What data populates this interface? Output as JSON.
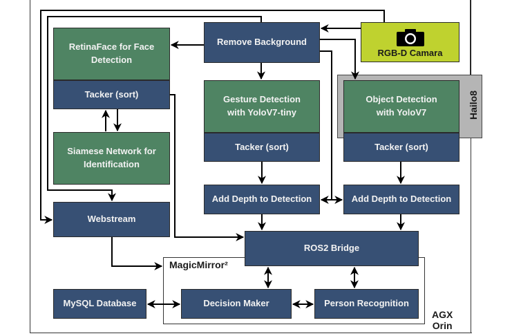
{
  "diagram": {
    "container_agx": {
      "label_line1": "AGX",
      "label_line2": "Orin"
    },
    "container_magicmirror": {
      "label": "MagicMirror²"
    },
    "container_hailo": {
      "label": "Hailo8"
    },
    "nodes": {
      "camera": {
        "label": "RGB-D Camara",
        "icon": "camera-icon",
        "color": "#bfd22f"
      },
      "remove_background": {
        "label": "Remove Background"
      },
      "retinaface": {
        "label": "RetinaFace for Face Detection"
      },
      "tracker_face": {
        "label": "Tacker (sort)"
      },
      "siamese": {
        "label": "Siamese Network for Identification"
      },
      "gesture": {
        "label": "Gesture Detection with YoloV7-tiny"
      },
      "tracker_gesture": {
        "label": "Tacker (sort)"
      },
      "object": {
        "label": "Object Detection with YoloV7"
      },
      "tracker_object": {
        "label": "Tacker (sort)"
      },
      "depth_gesture": {
        "label": "Add Depth to Detection"
      },
      "depth_object": {
        "label": "Add Depth to Detection"
      },
      "webstream": {
        "label": "Webstream"
      },
      "ros2": {
        "label": "ROS2 Bridge"
      },
      "mysql": {
        "label": "MySQL Database"
      },
      "decision": {
        "label": "Decision Maker"
      },
      "person": {
        "label": "Person Recognition"
      }
    },
    "colors": {
      "detection_green": "#4f8463",
      "process_blue": "#375074",
      "camera_lime": "#bfd22f",
      "hailo_grey": "#b5b5b5"
    }
  }
}
